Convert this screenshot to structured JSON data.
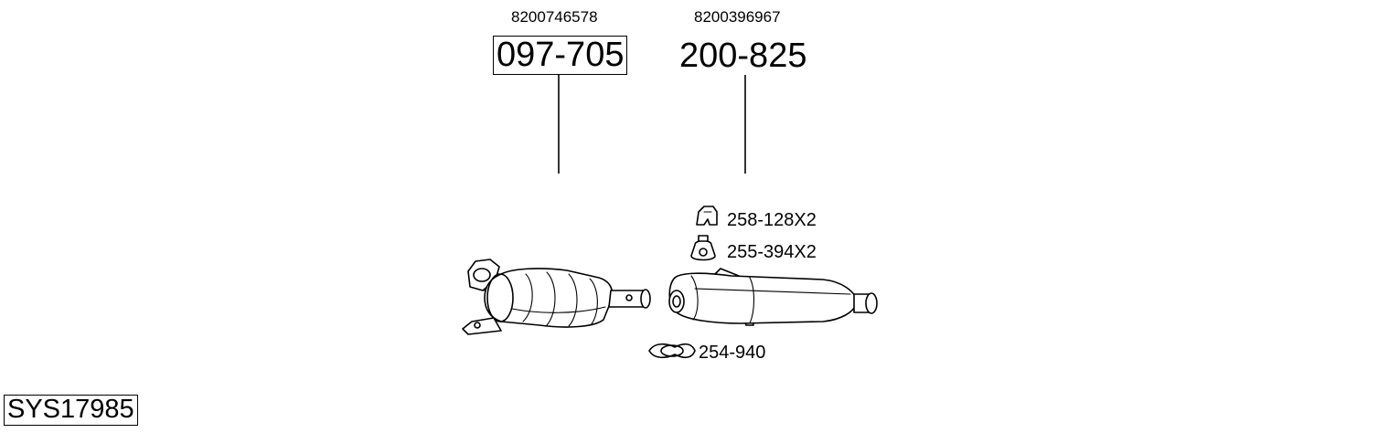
{
  "parts": [
    {
      "oe_number": "8200746578",
      "part_number": "097-705",
      "boxed": true
    },
    {
      "oe_number": "8200396967",
      "part_number": "200-825",
      "boxed": false
    }
  ],
  "accessories": [
    {
      "label": "258-128X2",
      "icon": "rubber-hanger-icon"
    },
    {
      "label": "255-394X2",
      "icon": "rubber-mount-ring-icon"
    },
    {
      "label": "254-940",
      "icon": "pipe-clamp-icon"
    }
  ],
  "system_id": "SYS17985"
}
